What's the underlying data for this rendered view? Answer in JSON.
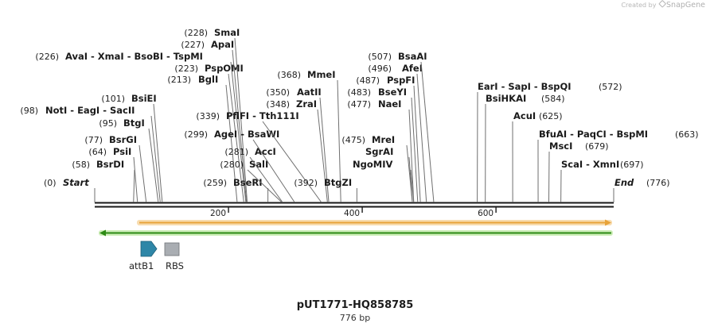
{
  "app": {
    "credit_prefix": "Created by",
    "brand": "SnapGene"
  },
  "plasmid": {
    "name": "pUT1771-HQ858785",
    "length_label": "776 bp",
    "length": 776
  },
  "ruler": {
    "ticks": [
      200,
      400,
      600
    ]
  },
  "ends": [
    {
      "pos": 0,
      "label": "Start"
    },
    {
      "pos": 776,
      "label": "End"
    }
  ],
  "sites": [
    {
      "pos": 58,
      "name": "BsrDI"
    },
    {
      "pos": 64,
      "name": "PsiI"
    },
    {
      "pos": 77,
      "name": "BsrGI"
    },
    {
      "pos": 95,
      "name": "BtgI"
    },
    {
      "pos": 98,
      "name": "NotI - EagI - SacII"
    },
    {
      "pos": 101,
      "name": "BsiEI"
    },
    {
      "pos": 213,
      "name": "BglI"
    },
    {
      "pos": 223,
      "name": "PspOMI"
    },
    {
      "pos": 226,
      "name": "AvaI - XmaI - BsoBI - TspMI"
    },
    {
      "pos": 227,
      "name": "ApaI"
    },
    {
      "pos": 228,
      "name": "SmaI"
    },
    {
      "pos": 259,
      "name": "BseRI"
    },
    {
      "pos": 280,
      "name": "SalI"
    },
    {
      "pos": 281,
      "name": "AccI"
    },
    {
      "pos": 299,
      "name": "AgeI - BsaWI"
    },
    {
      "pos": 339,
      "name": "PflFI - Tth111I"
    },
    {
      "pos": 348,
      "name": "ZraI"
    },
    {
      "pos": 350,
      "name": "AatII"
    },
    {
      "pos": 368,
      "name": "MmeI"
    },
    {
      "pos": 392,
      "name": "BtgZI"
    },
    {
      "pos": 475,
      "name": "MreI"
    },
    {
      "pos": 477,
      "name": "NaeI"
    },
    {
      "pos": 483,
      "name": "BseYI"
    },
    {
      "pos": 487,
      "name": "PspFI"
    },
    {
      "pos": 496,
      "name": "AfeI"
    },
    {
      "pos": 507,
      "name": "BsaAI"
    },
    {
      "pos": 572,
      "name": "EarI - SapI - BspQI"
    },
    {
      "pos": 584,
      "name": "BsiHKAI"
    },
    {
      "pos": 625,
      "name": "AcuI"
    },
    {
      "pos": 663,
      "name": "BfuAI - PaqCI - BspMI"
    },
    {
      "pos": 679,
      "name": "MscI"
    },
    {
      "pos": 697,
      "name": "ScaI - XmnI"
    }
  ],
  "unnumbered_sites": [
    {
      "name": "SgrAI"
    },
    {
      "name": "NgoMIV"
    }
  ],
  "orf_bars": [
    {
      "direction": "forward",
      "color": "#e8a33a",
      "glow": "#f7dcb0"
    },
    {
      "direction": "reverse",
      "color": "#2c8a14",
      "glow": "#cdeeb8"
    }
  ],
  "features": [
    {
      "label": "attB1",
      "kind": "arrow",
      "color": "#2e86a7"
    },
    {
      "label": "RBS",
      "kind": "box",
      "color": "#a9adb2"
    }
  ],
  "colors": {
    "line": "#1a1a1a",
    "connector": "#6f6f6f",
    "label_num": "#222222",
    "label_name": "#1a1a1a"
  }
}
